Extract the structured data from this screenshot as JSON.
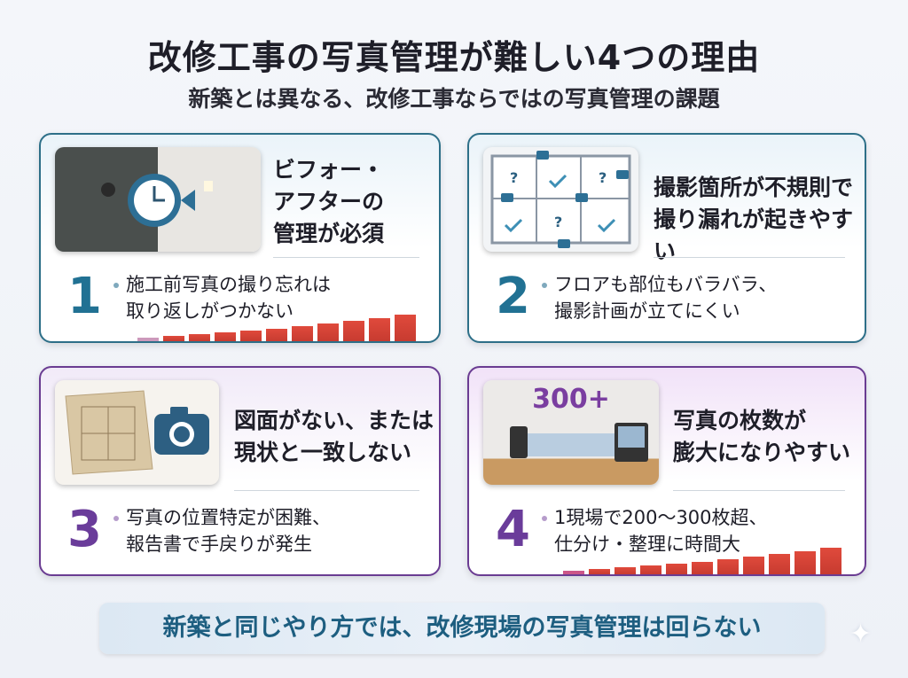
{
  "title": "改修工事の写真管理が難しい4つの理由",
  "subtitle": "新築とは異なる、改修工事ならではの写真管理の課題",
  "cards": [
    {
      "number": "1",
      "heading_lines": [
        "ビフォー・",
        "アフターの",
        "管理が必須"
      ],
      "body_lines": [
        "施工前写真の撮り忘れは",
        "取り返しがつかない"
      ],
      "accent": "#217193"
    },
    {
      "number": "2",
      "heading_lines": [
        "撮影箇所が不規則で",
        "撮り漏れが起きやすい"
      ],
      "body_lines": [
        "フロアも部位もバラバラ、",
        "撮影計画が立てにくい"
      ],
      "accent": "#217193"
    },
    {
      "number": "3",
      "heading_lines": [
        "図面がない、または",
        "現状と一致しない"
      ],
      "body_lines": [
        "写真の位置特定が困難、",
        "報告書で手戻りが発生"
      ],
      "accent": "#6a3c9a"
    },
    {
      "number": "4",
      "heading_lines": [
        "写真の枚数が",
        "膨大になりやすい"
      ],
      "body_lines": [
        "1現場で200〜300枚超、",
        "仕分け・整理に時間大"
      ],
      "accent": "#6a3c9a",
      "image_label": "300+"
    }
  ],
  "banner": "新築と同じやり方では、改修現場の写真管理は回らない"
}
